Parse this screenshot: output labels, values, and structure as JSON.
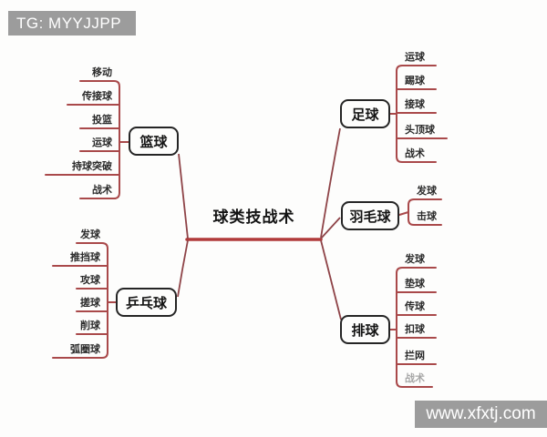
{
  "watermarks": {
    "top_left": "TG: MYYJJPP",
    "bottom_right": "www.xfxtj.com"
  },
  "tree": {
    "root": "球类技战术",
    "branches": [
      {
        "label": "篮球",
        "children": [
          "移动",
          "传接球",
          "投篮",
          "运球",
          "持球突破",
          "战术"
        ]
      },
      {
        "label": "乒乓球",
        "children": [
          "发球",
          "推挡球",
          "攻球",
          "搓球",
          "削球",
          "弧圈球"
        ]
      },
      {
        "label": "足球",
        "children": [
          "运球",
          "踢球",
          "接球",
          "头顶球",
          "战术"
        ]
      },
      {
        "label": "羽毛球",
        "children": [
          "发球",
          "击球"
        ]
      },
      {
        "label": "排球",
        "children": [
          "发球",
          "垫球",
          "传球",
          "扣球",
          "拦网",
          "战术"
        ]
      }
    ]
  },
  "colors": {
    "branch_line": "#8e4347",
    "child_bracket": "#a9494a",
    "root_underline": "#b13b3b",
    "node_border": "#252525",
    "banner_bg": "#9c9c9c",
    "banner_text": "#ffffff"
  }
}
